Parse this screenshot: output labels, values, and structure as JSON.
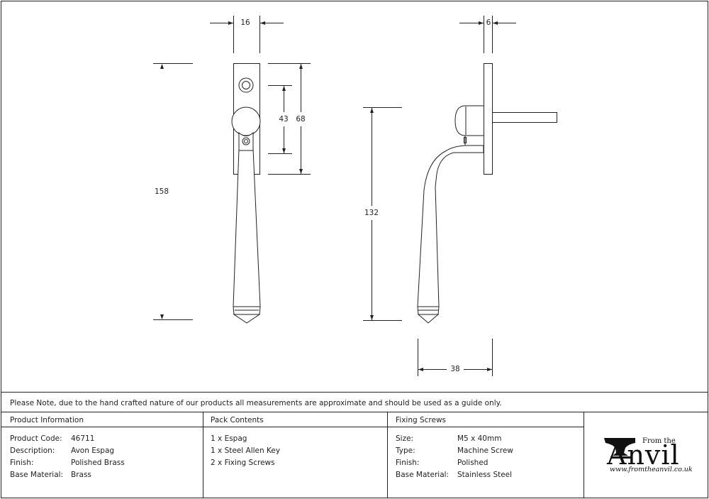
{
  "note": "Please Note, due to the hand crafted nature of our products all measurements are approximate and should be used as a guide only.",
  "dimensions": {
    "plate_width": "16",
    "total_height": "158",
    "plate_height": "68",
    "knob_spacing": "43",
    "side_thickness": "6",
    "side_height": "132",
    "projection": "38"
  },
  "product_information": {
    "heading": "Product Information",
    "rows": [
      {
        "label": "Product Code:",
        "value": "46711"
      },
      {
        "label": "Description:",
        "value": "Avon Espag"
      },
      {
        "label": "Finish:",
        "value": "Polished Brass"
      },
      {
        "label": "Base Material:",
        "value": "Brass"
      }
    ]
  },
  "pack_contents": {
    "heading": "Pack Contents",
    "items": [
      "1 x Espag",
      "1 x Steel Allen Key",
      "2 x Fixing Screws"
    ]
  },
  "fixing_screws": {
    "heading": "Fixing Screws",
    "rows": [
      {
        "label": "Size:",
        "value": "M5 x 40mm"
      },
      {
        "label": "Type:",
        "value": "Machine Screw"
      },
      {
        "label": "Finish:",
        "value": "Polished"
      },
      {
        "label": "Base Material:",
        "value": "Stainless Steel"
      }
    ]
  },
  "logo": {
    "from_the": "From the",
    "brand": "Anvil",
    "url": "www.fromtheanvil.co.uk",
    "icon": "anvil-icon"
  }
}
